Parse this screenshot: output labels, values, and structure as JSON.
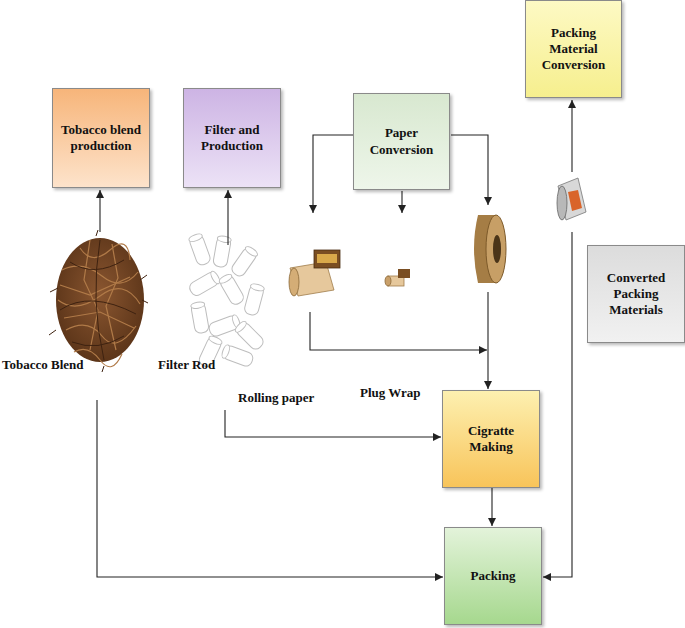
{
  "diagram": {
    "nodes": [
      {
        "text": [
          "Packing Material Conversion"
        ]
      },
      {
        "text": [
          "Tobacco blend production"
        ]
      },
      {
        "text": [
          "Filter and Production"
        ]
      },
      {
        "text": [
          "Paper Conversion"
        ]
      },
      {
        "text": [
          "Converted Packing Materials"
        ]
      },
      {
        "text": [
          "Cigratte Making"
        ]
      },
      {
        "text": [
          "Packing"
        ]
      }
    ],
    "edges": [
      {
        "from": 5,
        "to": 6,
        "arrow": "to"
      }
    ],
    "labels": [
      "Tobacco Blend",
      "Filter Rod",
      "Rolling paper",
      "Plug Wrap"
    ]
  }
}
